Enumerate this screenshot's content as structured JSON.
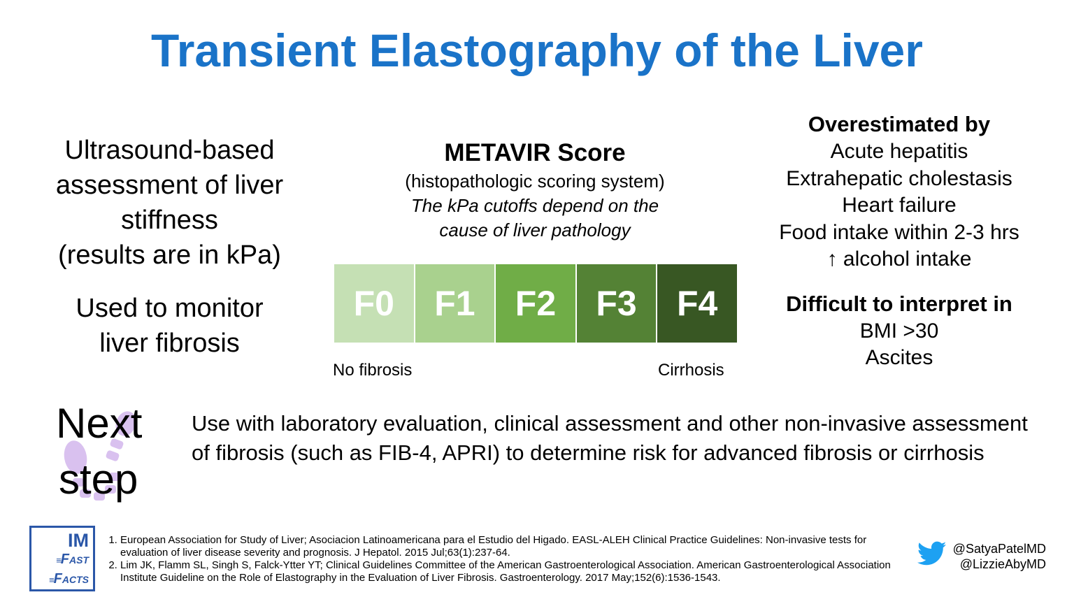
{
  "title": "Transient Elastography of the Liver",
  "left": {
    "description_lines": [
      "Ultrasound-based",
      "assessment of liver",
      "stiffness",
      "(results are in kPa)"
    ],
    "monitor_lines": [
      "Used to monitor",
      "liver fibrosis"
    ]
  },
  "metavir": {
    "heading": "METAVIR Score",
    "subtitle": "(histopathologic scoring system)",
    "note_lines": [
      "The kPa cutoffs depend on the",
      "cause of liver pathology"
    ],
    "stages": [
      {
        "label": "F0",
        "color": "#c5e0b4"
      },
      {
        "label": "F1",
        "color": "#a9d18e"
      },
      {
        "label": "F2",
        "color": "#70ad47"
      },
      {
        "label": "F3",
        "color": "#548235"
      },
      {
        "label": "F4",
        "color": "#385723"
      }
    ],
    "low_label": "No fibrosis",
    "high_label": "Cirrhosis"
  },
  "right": {
    "overestimated_heading": "Overestimated by",
    "overestimated_items": [
      "Acute hepatitis",
      "Extrahepatic cholestasis",
      "Heart failure",
      "Food intake within 2-3 hrs",
      "↑ alcohol intake"
    ],
    "difficult_heading": "Difficult to interpret in",
    "difficult_items": [
      "BMI >30",
      "Ascites"
    ]
  },
  "next_step": {
    "word1": "Next",
    "word2": "step",
    "icon": "footprints-icon",
    "text": "Use with laboratory evaluation, clinical assessment and other non-invasive assessment of fibrosis (such as FIB-4, APRI) to determine risk for advanced fibrosis or cirrhosis"
  },
  "logo": {
    "line1": "IM",
    "line2": "Fast",
    "line3": "Facts",
    "color": "#2b57a8"
  },
  "references": [
    "European Association for Study of Liver; Asociacion Latinoamericana para el Estudio del Higado. EASL-ALEH Clinical Practice Guidelines: Non-invasive tests for evaluation of liver disease severity and prognosis. J Hepatol. 2015 Jul;63(1):237-64.",
    "Lim JK, Flamm SL, Singh S, Falck-Ytter YT; Clinical Guidelines Committee of the American Gastroenterological Association. American Gastroenterological Association Institute Guideline on the Role of Elastography in the Evaluation of Liver Fibrosis. Gastroenterology. 2017 May;152(6):1536-1543."
  ],
  "social": {
    "icon": "twitter-icon",
    "handles": [
      "@SatyaPatelMD",
      "@LizzieAbyMD"
    ],
    "color": "#1da1f2"
  },
  "colors": {
    "title": "#1a73c8"
  }
}
